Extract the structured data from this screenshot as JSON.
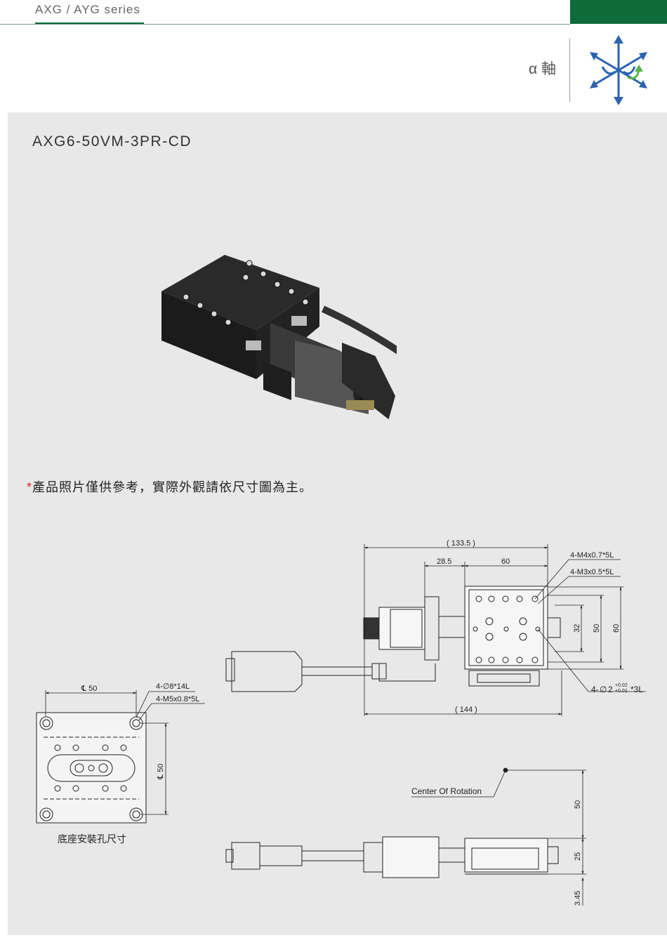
{
  "header": {
    "series": "AXG / AYG  series",
    "axis_label": "α 軸",
    "axis_icon": "six-axis-arrows-icon"
  },
  "product": {
    "model": "AXG6-50VM-3PR-CD",
    "note_mark": "*",
    "note": "產品照片僅供參考，實際外觀請依尺寸圖為主。"
  },
  "drawing": {
    "dims": {
      "overall_length": "133.5",
      "offset": "28.5",
      "table_width": "60",
      "bottom_length": "144",
      "hole_spacing": "32",
      "h50": "50",
      "h60": "60",
      "rotation_height": "50",
      "stage_height": "25",
      "base_height": "3.45"
    },
    "callouts": {
      "m4": "4-M4x0.7*5L",
      "m3": "4-M3x0.5*5L",
      "pin_prefix": "4-",
      "pin_phi": "∅",
      "pin_dia": "2",
      "pin_tol_upper": "+0.02",
      "pin_tol_lower": "+0.01",
      "pin_depth": "*3L",
      "base_counterbore": "4-∅8*14L",
      "base_tap": "4-M5x0.8*5L",
      "base_cl": "℄ 50",
      "base_cl_vertical": "℄ 50",
      "rotation": "Center Of Rotation"
    },
    "base_caption": "底座安裝孔尺寸"
  },
  "colors": {
    "brand_green": "#0e6b3a",
    "panel_gray": "#e8e8e9",
    "note_red": "#d32a2a",
    "icon_blue": "#2b63b0",
    "icon_green": "#59b34a"
  }
}
